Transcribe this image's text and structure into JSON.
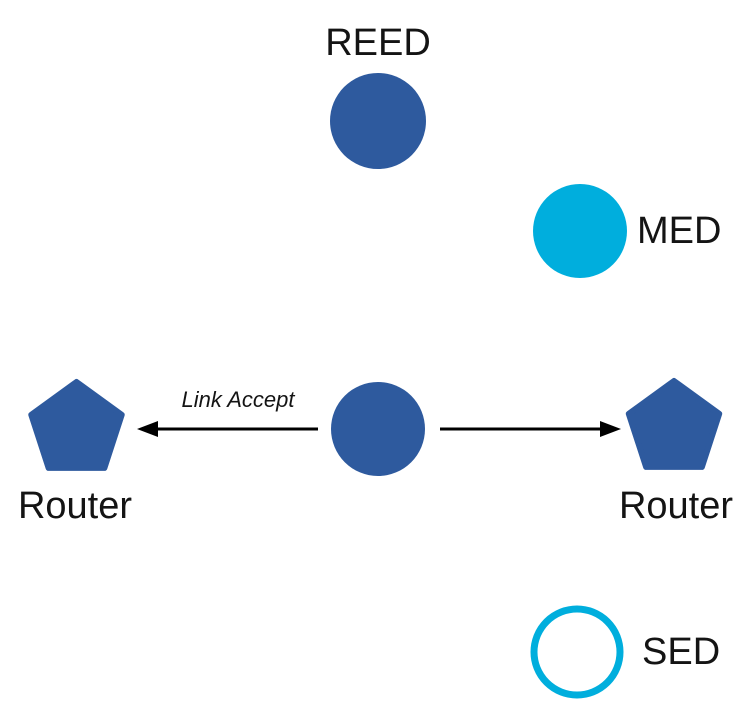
{
  "colors": {
    "node_blue": "#2e5a9e",
    "node_cyan": "#00aedd",
    "arrow_black": "#000000",
    "text": "#141414",
    "background": "#ffffff"
  },
  "nodes": {
    "reed": {
      "label": "REED",
      "shape": "filled-circle",
      "color": "#2e5a9e"
    },
    "med": {
      "label": "MED",
      "shape": "filled-circle",
      "color": "#00aedd"
    },
    "router_left": {
      "label": "Router",
      "shape": "pentagon",
      "color": "#2e5a9e"
    },
    "center": {
      "label": "",
      "shape": "filled-circle",
      "color": "#2e5a9e"
    },
    "router_right": {
      "label": "Router",
      "shape": "pentagon",
      "color": "#2e5a9e"
    },
    "sed": {
      "label": "SED",
      "shape": "outlined-circle",
      "color": "#00aedd"
    }
  },
  "edges": {
    "left_arrow": {
      "label": "Link Accept",
      "from": "center",
      "to": "router_left",
      "direction": "left"
    },
    "right_arrow": {
      "label": "",
      "from": "center",
      "to": "router_right",
      "direction": "right"
    }
  }
}
